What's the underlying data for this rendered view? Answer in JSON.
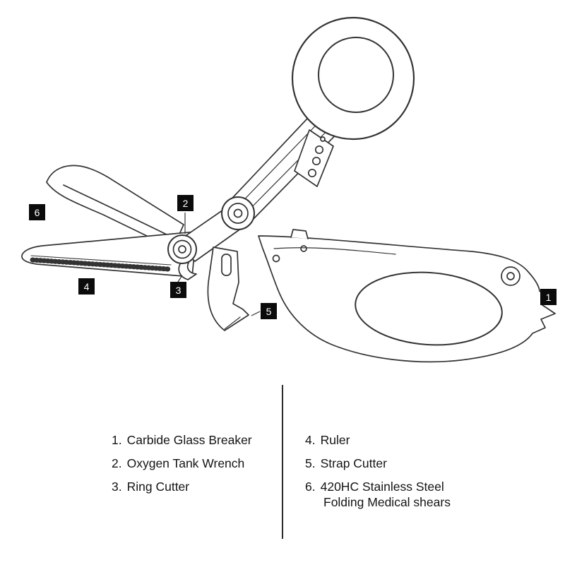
{
  "colors": {
    "background": "#ffffff",
    "line": "#333333",
    "callout_bg": "#0b0b0b",
    "callout_text": "#ffffff",
    "text": "#141414"
  },
  "callouts": [
    {
      "num": "1"
    },
    {
      "num": "2"
    },
    {
      "num": "3"
    },
    {
      "num": "4"
    },
    {
      "num": "5"
    },
    {
      "num": "6"
    }
  ],
  "legend": {
    "left": [
      {
        "num": "1.",
        "label": "Carbide Glass Breaker"
      },
      {
        "num": "2.",
        "label": "Oxygen Tank Wrench"
      },
      {
        "num": "3.",
        "label": "Ring Cutter"
      }
    ],
    "right": [
      {
        "num": "4.",
        "label": "Ruler"
      },
      {
        "num": "5.",
        "label": "Strap Cutter"
      },
      {
        "num": "6.",
        "label": "420HC Stainless Steel",
        "label_line2": "Folding Medical shears"
      }
    ]
  }
}
